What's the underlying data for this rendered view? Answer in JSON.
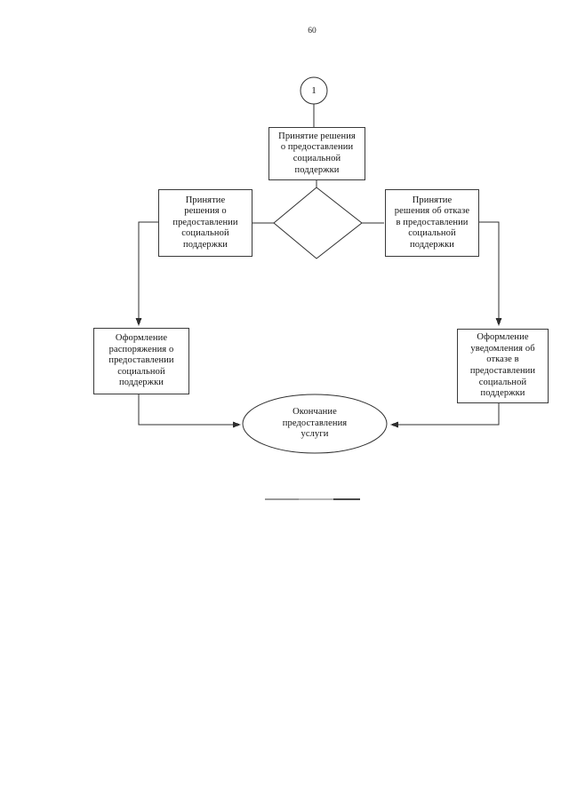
{
  "page": {
    "number": "60"
  },
  "flowchart": {
    "connector_circle": {
      "label": "1"
    },
    "top_process": {
      "label": "Принятие решения\nо предоставлении\nсоциальной\nподдержки"
    },
    "left_process": {
      "label": "Принятие\nрешения о\nпредоставлении\nсоциальной\nподдержки"
    },
    "right_process": {
      "label": "Принятие\nрешения об отказе\nв предоставлении\nсоциальной\nподдержки"
    },
    "left_output": {
      "label": "Оформление\nраспоряжения о\nпредоставлении\nсоциальной\nподдержки"
    },
    "right_output": {
      "label": "Оформление\nуведомления об\nотказе в\nпредоставлении\nсоциальной\nподдержки"
    },
    "terminator": {
      "label": "Окончание\nпредоставления\nуслуги"
    }
  },
  "colors": {
    "line": "#2f2f2f",
    "box_border": "#3a3a3a",
    "text": "#111111",
    "separator_light": "#9a9a9a",
    "separator_mid": "#b5b5b5",
    "separator_dark": "#4a4a4a"
  }
}
